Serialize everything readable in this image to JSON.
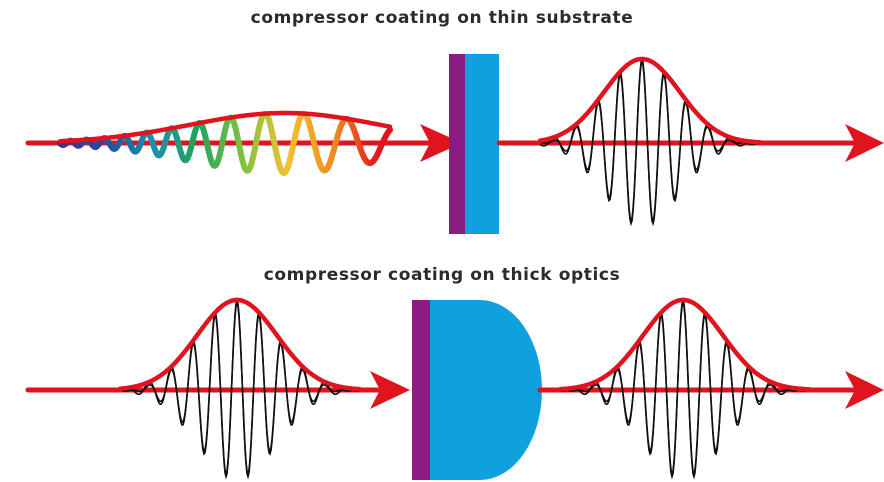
{
  "captions": {
    "top": "compressor coating on thin substrate",
    "bottom": "compressor coating on thick optics"
  },
  "colors": {
    "beam": "#e0141e",
    "coating": "#8a1d82",
    "substrate": "#0fa0de",
    "carrier": "#111111",
    "background": "#ffffff",
    "caption_text": "#2b2b2b",
    "chirp_gradient": [
      "#4b2c85",
      "#1f4fa3",
      "#1d8fb0",
      "#23a35b",
      "#7fc241",
      "#f2c12e",
      "#f08a24",
      "#e0141e"
    ]
  },
  "icons": {
    "beam_arrow": "arrowhead-icon",
    "coating_layer": "coating-layer",
    "thin_substrate": "thin-substrate",
    "thick_optic": "plano-convex-lens"
  }
}
